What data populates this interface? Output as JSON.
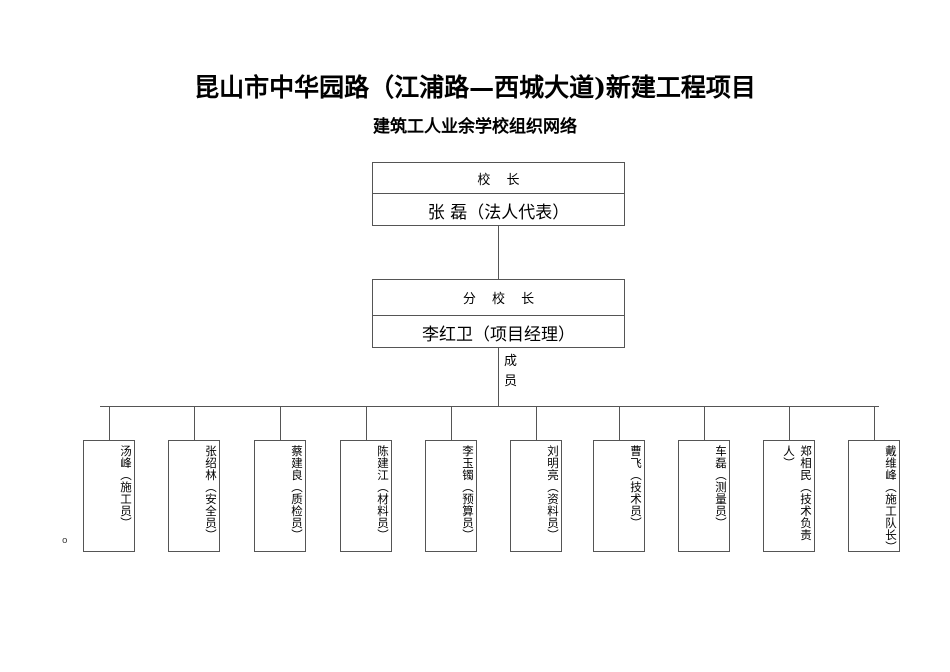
{
  "document": {
    "title_main": "昆山市中华园路（江浦路—西城大道)新建工程项目",
    "title_sub": "建筑工人业余学校组织网络",
    "stray_mark": "о"
  },
  "chart_data": {
    "type": "diagram",
    "diagram_kind": "organization-chart",
    "orientation": "top-down",
    "levels": [
      {
        "level": 1,
        "role_label": "校  长",
        "person": "张 磊（法人代表）"
      },
      {
        "level": 2,
        "role_label": "分 校 长",
        "person": "李红卫（项目经理）"
      },
      {
        "level": 3,
        "group_label": "成员",
        "group_label_chars": [
          "成",
          "员"
        ],
        "count": 10
      }
    ]
  },
  "nodes": {
    "principal": {
      "role": "校  长",
      "person": "张 磊（法人代表）"
    },
    "vice_principal": {
      "role": "分 校 长",
      "person": "李红卫（项目经理）"
    },
    "members_label": {
      "chars": [
        "成",
        "员"
      ]
    }
  },
  "members": [
    {
      "name": "汤峰",
      "role": "施工员",
      "text": "汤峰（施工员）"
    },
    {
      "name": "张绍林",
      "role": "安全员",
      "text": "张绍林（安全员）"
    },
    {
      "name": "蔡建良",
      "role": "质检员",
      "text": "蔡建良（质检员）"
    },
    {
      "name": "陈建江",
      "role": "材料员",
      "text": "陈建江（材料员）"
    },
    {
      "name": "李玉镯",
      "role": "预算员",
      "text": "李玉镯（预算员）"
    },
    {
      "name": "刘明亮",
      "role": "资料员",
      "text": "刘明亮（资料员）"
    },
    {
      "name": "曹飞",
      "role": "技术员",
      "text": "曹飞（技术员）"
    },
    {
      "name": "车磊",
      "role": "测量员",
      "text": "车磊（测量员）"
    },
    {
      "name": "郑相民",
      "role": "技术负责人",
      "text": "郑相民（技术负责人）"
    },
    {
      "name": "戴维峰",
      "role": "施工队长",
      "text": "戴维峰（施工队长）"
    }
  ],
  "colors": {
    "background": "#ffffff",
    "line": "#555555",
    "text": "#000000"
  }
}
